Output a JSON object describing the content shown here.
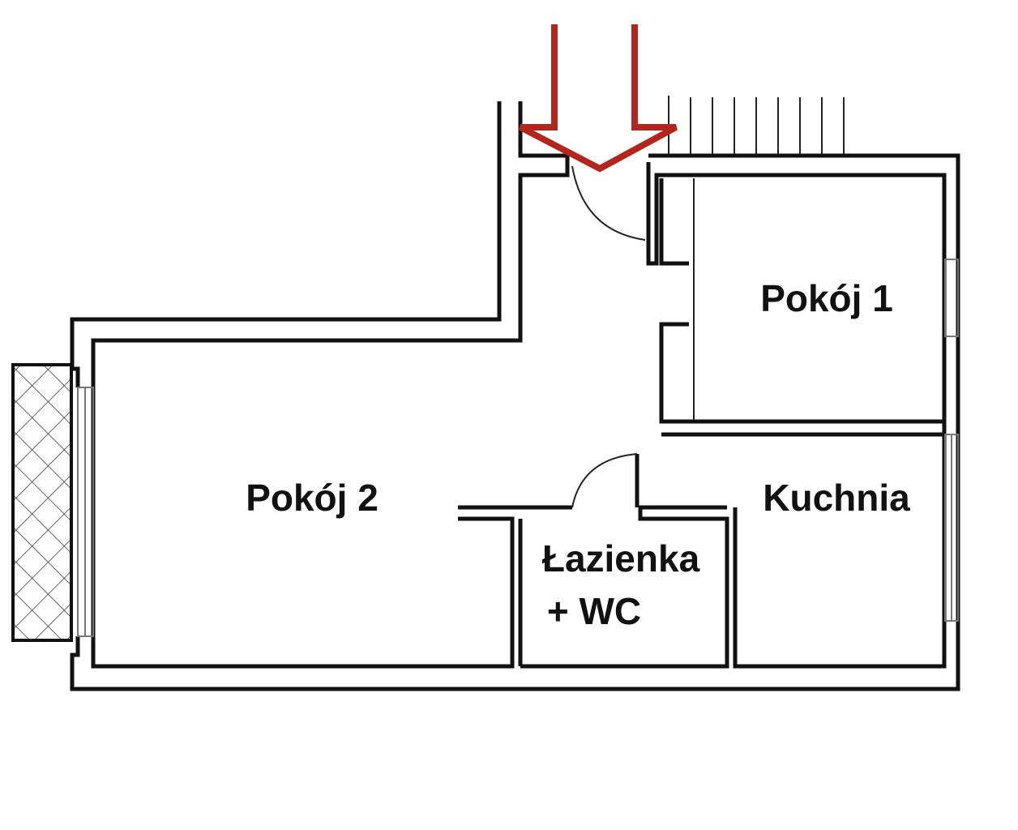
{
  "plan": {
    "rooms": {
      "room1": "Pokój 1",
      "room2": "Pokój 2",
      "kitchen": "Kuchnia",
      "bathroom_line1": "Łazienka",
      "bathroom_line2": "+ WC"
    },
    "entrance_arrow_color": "#b3261e",
    "wall_color": "#111111"
  }
}
